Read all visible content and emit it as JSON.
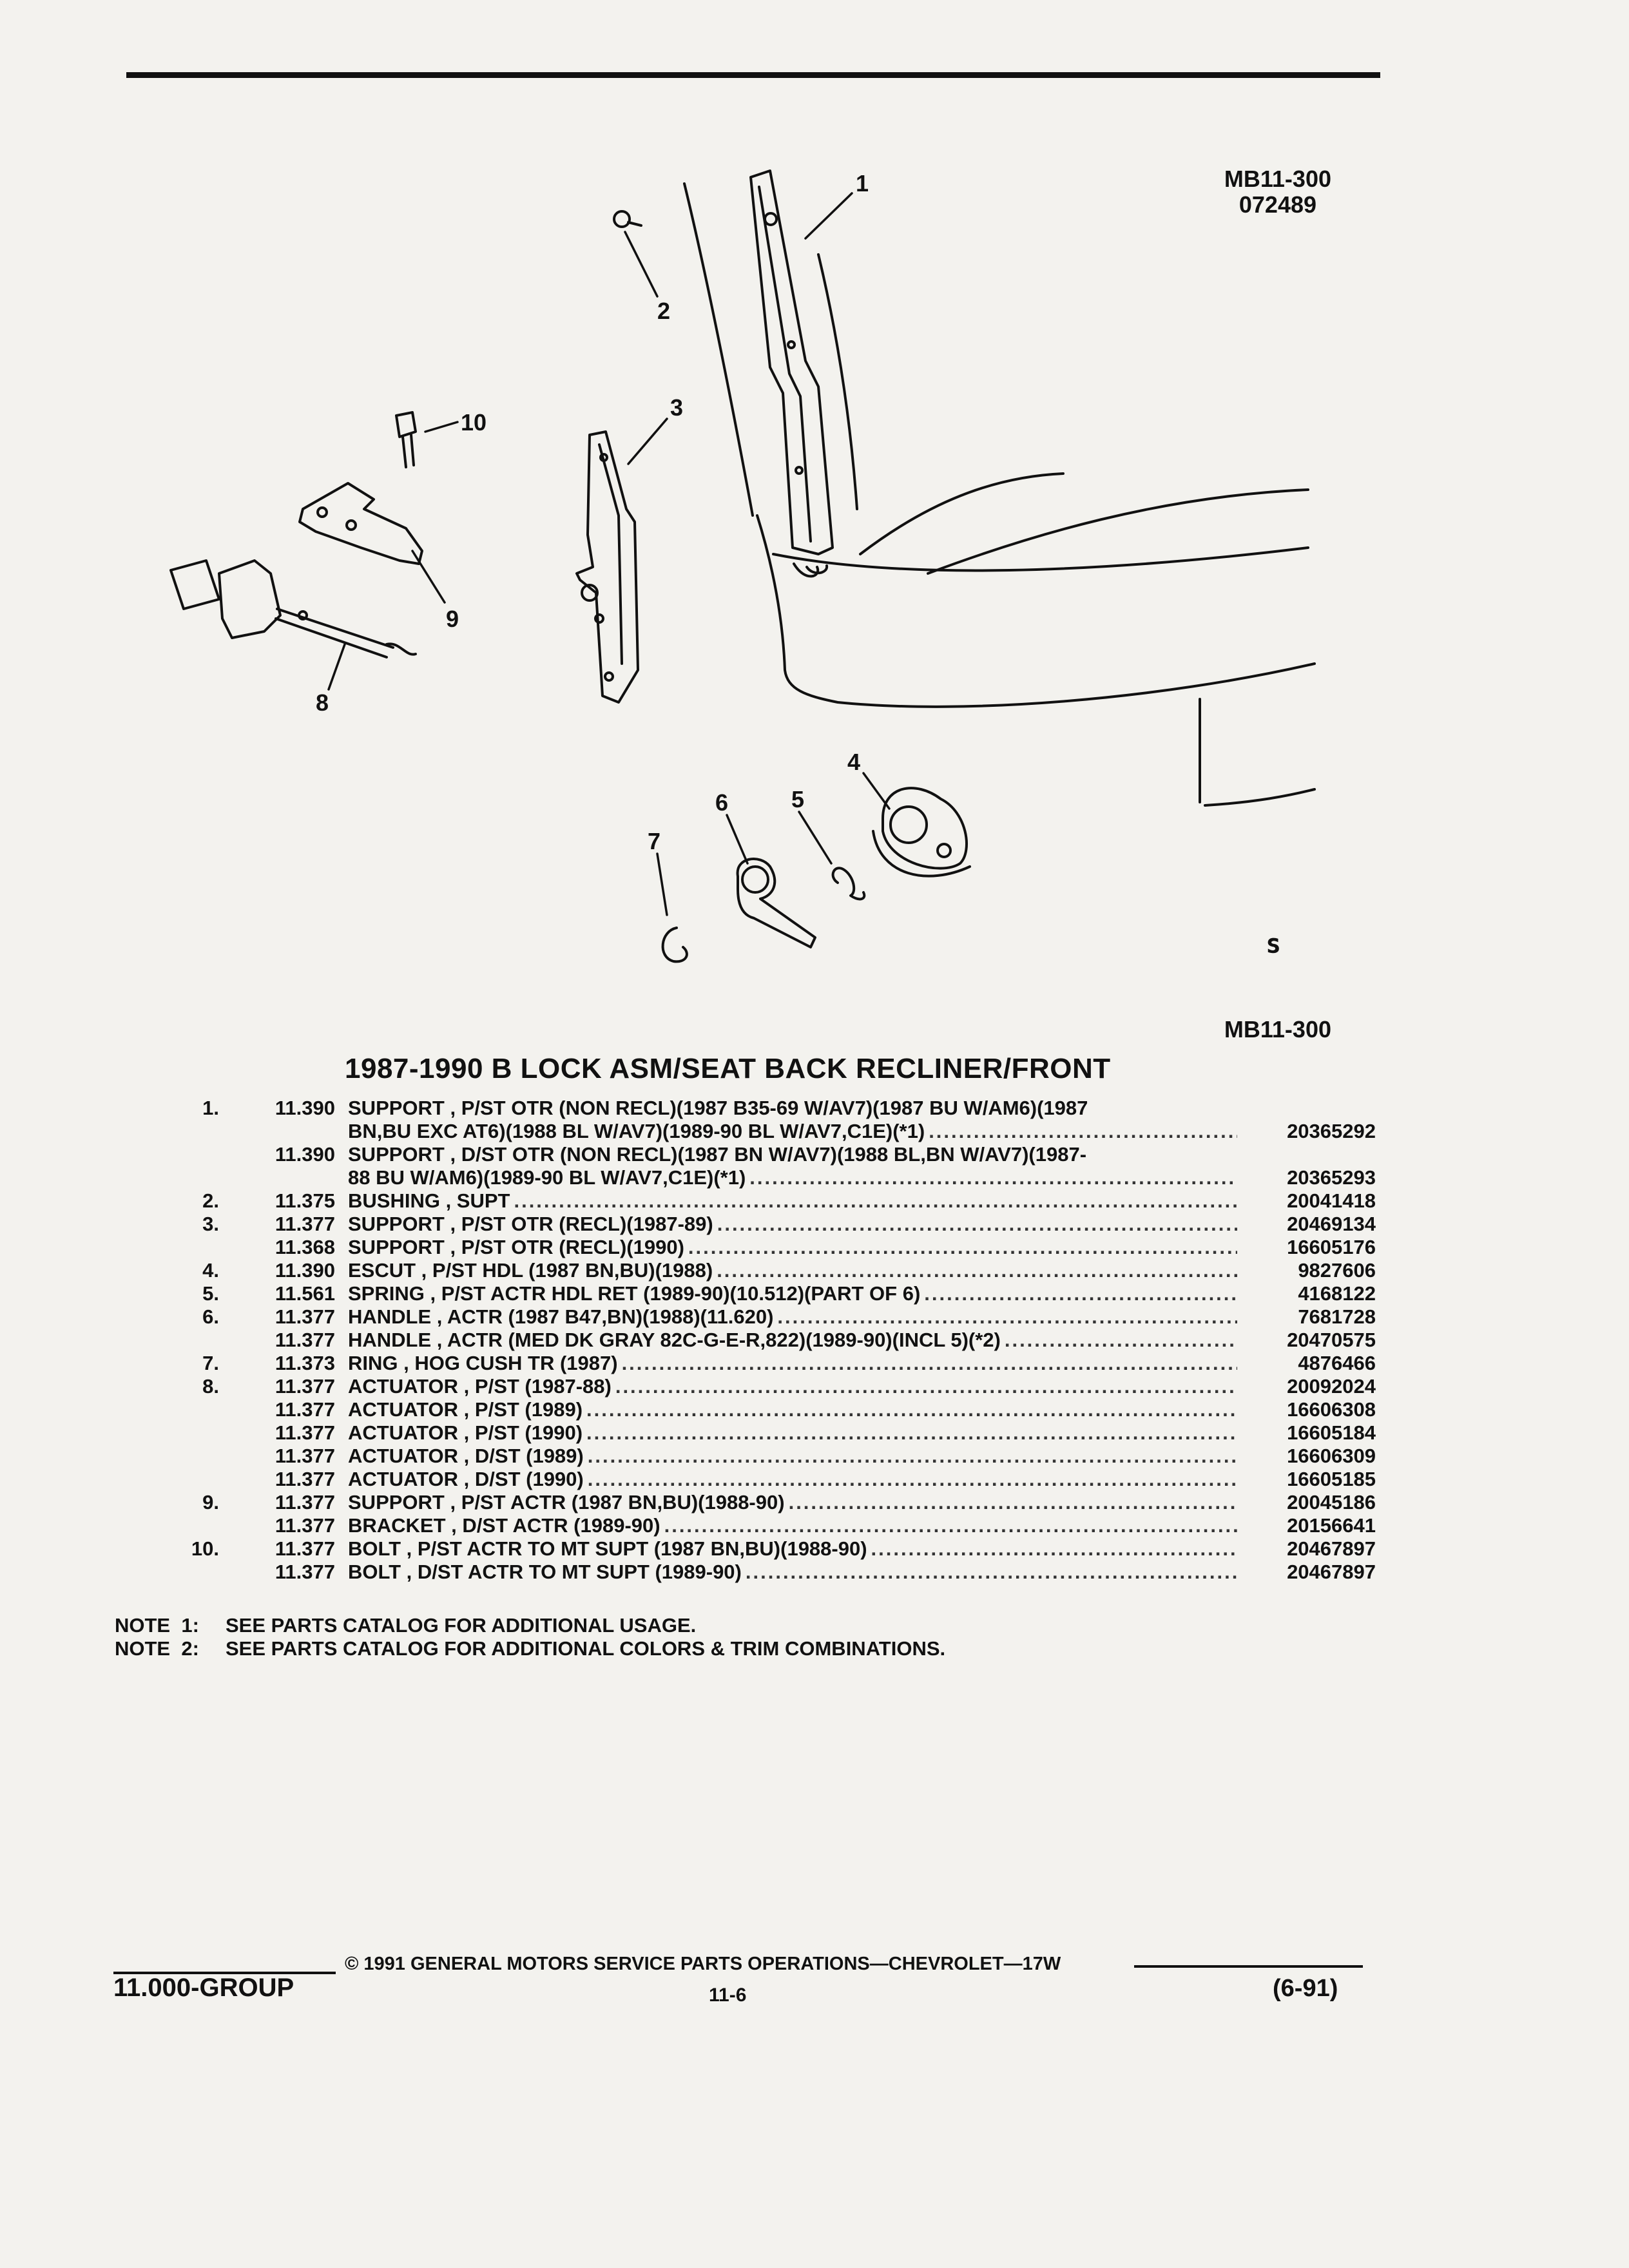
{
  "header": {
    "ref_code": "MB11-300",
    "ref_date": "072489",
    "ref_code_bottom": "MB11-300"
  },
  "diagram": {
    "callouts": [
      "1",
      "2",
      "3",
      "4",
      "5",
      "6",
      "7",
      "8",
      "9",
      "10"
    ],
    "logo_mark": "ᔆ"
  },
  "title": "1987-1990 B LOCK ASM/SEAT BACK RECLINER/FRONT",
  "parts": [
    {
      "num": "1.",
      "grp": "11.390",
      "desc": "SUPPORT , P/ST OTR (NON RECL)(1987 B35-69 W/AV7)(1987 BU W/AM6)(1987",
      "part": "",
      "dots": false
    },
    {
      "num": "",
      "grp": "",
      "desc": "BN,BU EXC AT6)(1988 BL W/AV7)(1989-90 BL W/AV7,C1E)(*1)",
      "part": "20365292",
      "dots": true
    },
    {
      "num": "",
      "grp": "11.390",
      "desc": "SUPPORT , D/ST OTR (NON RECL)(1987 BN W/AV7)(1988 BL,BN W/AV7)(1987-",
      "part": "",
      "dots": false
    },
    {
      "num": "",
      "grp": "",
      "desc": "88 BU W/AM6)(1989-90 BL W/AV7,C1E)(*1)",
      "part": "20365293",
      "dots": true
    },
    {
      "num": "2.",
      "grp": "11.375",
      "desc": "BUSHING , SUPT",
      "part": "20041418",
      "dots": true
    },
    {
      "num": "3.",
      "grp": "11.377",
      "desc": "SUPPORT , P/ST OTR (RECL)(1987-89)",
      "part": "20469134",
      "dots": true
    },
    {
      "num": "",
      "grp": "11.368",
      "desc": "SUPPORT , P/ST OTR (RECL)(1990)",
      "part": "16605176",
      "dots": true
    },
    {
      "num": "4.",
      "grp": "11.390",
      "desc": "ESCUT , P/ST HDL (1987 BN,BU)(1988)",
      "part": "9827606",
      "dots": true
    },
    {
      "num": "5.",
      "grp": "11.561",
      "desc": "SPRING , P/ST ACTR HDL RET (1989-90)(10.512)(PART OF 6)",
      "part": "4168122",
      "dots": true
    },
    {
      "num": "6.",
      "grp": "11.377",
      "desc": "HANDLE , ACTR (1987 B47,BN)(1988)(11.620)",
      "part": "7681728",
      "dots": true
    },
    {
      "num": "",
      "grp": "11.377",
      "desc": "HANDLE , ACTR (MED DK GRAY 82C-G-E-R,822)(1989-90)(INCL 5)(*2)",
      "part": "20470575",
      "dots": true
    },
    {
      "num": "7.",
      "grp": "11.373",
      "desc": "RING , HOG CUSH TR (1987)",
      "part": "4876466",
      "dots": true
    },
    {
      "num": "8.",
      "grp": "11.377",
      "desc": "ACTUATOR , P/ST (1987-88)",
      "part": "20092024",
      "dots": true
    },
    {
      "num": "",
      "grp": "11.377",
      "desc": "ACTUATOR , P/ST (1989)",
      "part": "16606308",
      "dots": true
    },
    {
      "num": "",
      "grp": "11.377",
      "desc": "ACTUATOR , P/ST (1990)",
      "part": "16605184",
      "dots": true
    },
    {
      "num": "",
      "grp": "11.377",
      "desc": "ACTUATOR , D/ST (1989)",
      "part": "16606309",
      "dots": true
    },
    {
      "num": "",
      "grp": "11.377",
      "desc": "ACTUATOR , D/ST (1990)",
      "part": "16605185",
      "dots": true
    },
    {
      "num": "9.",
      "grp": "11.377",
      "desc": "SUPPORT , P/ST ACTR (1987 BN,BU)(1988-90)",
      "part": "20045186",
      "dots": true
    },
    {
      "num": "",
      "grp": "11.377",
      "desc": "BRACKET , D/ST ACTR (1989-90)",
      "part": "20156641",
      "dots": true
    },
    {
      "num": "10.",
      "grp": "11.377",
      "desc": "BOLT , P/ST ACTR TO MT SUPT (1987 BN,BU)(1988-90)",
      "part": "20467897",
      "dots": true
    },
    {
      "num": "",
      "grp": "11.377",
      "desc": "BOLT , D/ST ACTR TO MT SUPT (1989-90)",
      "part": "20467897",
      "dots": true
    }
  ],
  "notes": [
    {
      "label": "NOTE  1:",
      "text": "SEE PARTS CATALOG FOR ADDITIONAL USAGE."
    },
    {
      "label": "NOTE  2:",
      "text": "SEE PARTS CATALOG FOR ADDITIONAL COLORS & TRIM COMBINATIONS."
    }
  ],
  "footer": {
    "group": "11.000-GROUP",
    "copyright": "© 1991  GENERAL MOTORS SERVICE PARTS OPERATIONS—CHEVROLET—17W",
    "page": "11-6",
    "date": "(6-91)"
  }
}
